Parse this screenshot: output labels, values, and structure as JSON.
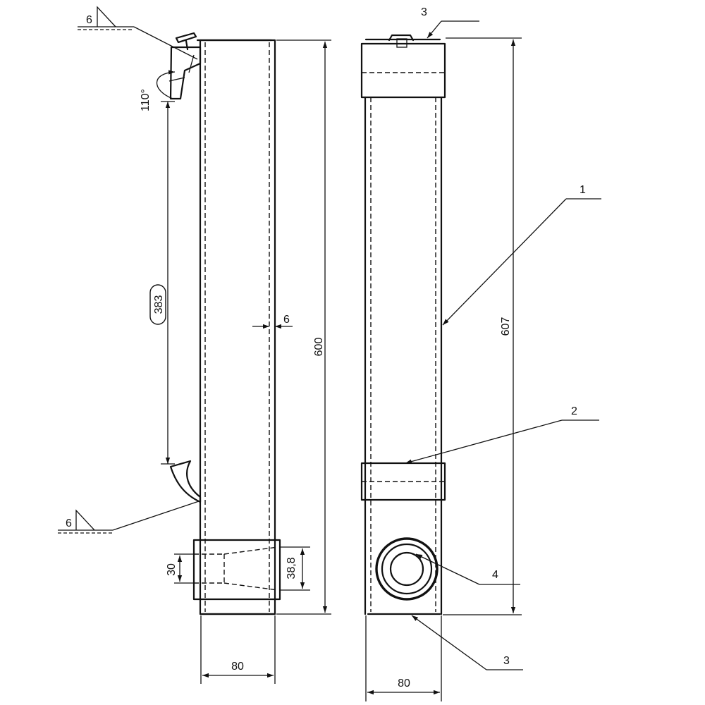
{
  "dimensions": {
    "height_left": "600",
    "height_right": "607",
    "width_left": "80",
    "width_right": "80",
    "wall": "6",
    "span": "383",
    "angle": "110°",
    "bore_small": "30",
    "bore_large": "38,8"
  },
  "welds": {
    "top": "6",
    "bottom": "6"
  },
  "callouts": {
    "top": "3",
    "body": "1",
    "band": "2",
    "hole": "4",
    "bottom": "3"
  }
}
